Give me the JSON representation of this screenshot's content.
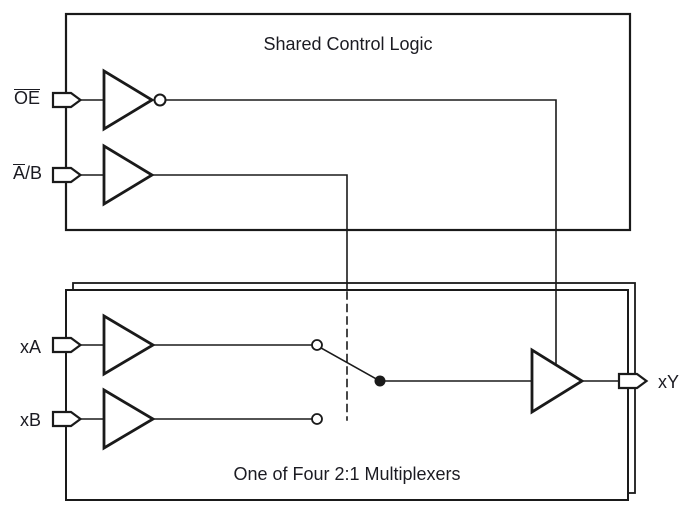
{
  "figure": {
    "control_block": {
      "title": "Shared Control Logic",
      "inputs": {
        "oe": {
          "overline_part": "OE",
          "plain_part": ""
        },
        "ab": {
          "overline_part": "A",
          "plain_part": "/B"
        }
      }
    },
    "mux_block": {
      "title": "One of Four 2:1 Multiplexers",
      "input_a_label": "xA",
      "input_b_label": "xB",
      "output_label": "xY"
    },
    "icons": {
      "inverter": "inverter-triangle-with-bubble",
      "buffer": "buffer-triangle",
      "switch": "spdt-switch",
      "pin": "pentagon-pin"
    }
  },
  "colors": {
    "line": "#1a1a1a",
    "text": "#1b1b22",
    "background": "#ffffff"
  }
}
